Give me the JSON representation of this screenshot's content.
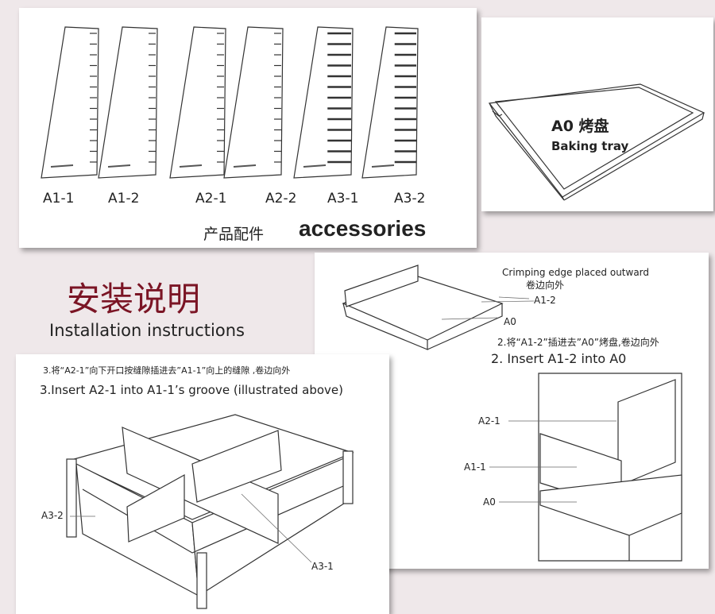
{
  "accessories_card": {
    "parts": [
      "A1-1",
      "A1-2",
      "A2-1",
      "A2-2",
      "A3-1",
      "A3-2"
    ],
    "caption_cn": "产品配件",
    "caption_en": "accessories"
  },
  "tray_card": {
    "name_cn": "A0 烤盘",
    "name_en": "Baking tray"
  },
  "heading": {
    "cn": "安装说明",
    "en": "Installation instructions"
  },
  "step2": {
    "note_en": "Crimping edge placed outward",
    "note_cn": "卷边向外",
    "label_a12": "A1-2",
    "label_a0": "A0",
    "instr_cn": "2.将“A1-2”插进去”A0”烤盘,卷边向外",
    "instr_en": "2. Insert A1-2 into A0",
    "detail_a21": "A2-1",
    "detail_a11": "A1-1",
    "detail_a0": "A0"
  },
  "step3": {
    "instr_cn": "3.将“A2-1”向下开口按缝隙插进去”A1-1”向上的缝隙 ,卷边向外",
    "instr_en": "3.Insert A2-1 into A1-1’s groove (illustrated above)",
    "label_a32": "A3-2",
    "label_a31": "A3-1"
  }
}
